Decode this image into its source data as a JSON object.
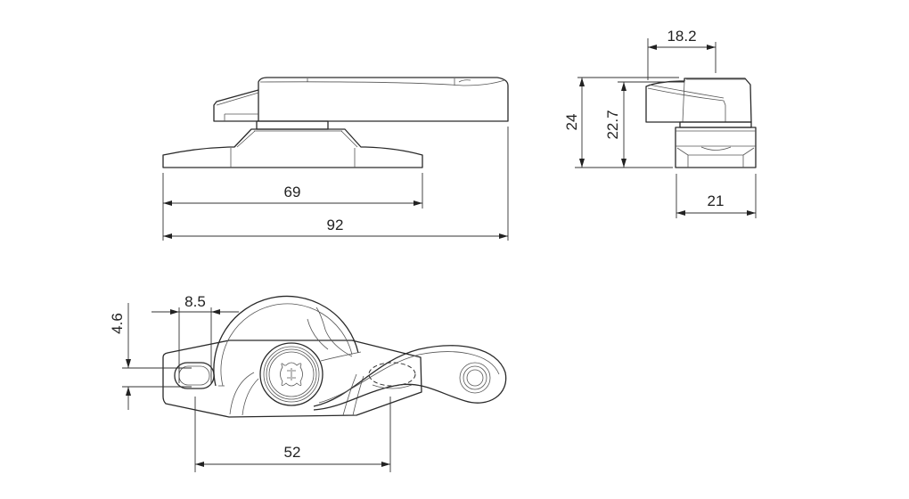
{
  "title": "Window sash lock dimension drawing",
  "views": {
    "front": {
      "dim_base": "69",
      "dim_overall": "92"
    },
    "side": {
      "dim_lever_width": "18.2",
      "dim_height": "24",
      "dim_lever_height": "22.7",
      "dim_base_width": "21"
    },
    "top": {
      "dim_slot_height": "4.6",
      "dim_slot_length": "8.5",
      "dim_hole_spacing": "52"
    }
  },
  "colors": {
    "line": "#2a2a2a",
    "background": "#ffffff"
  }
}
